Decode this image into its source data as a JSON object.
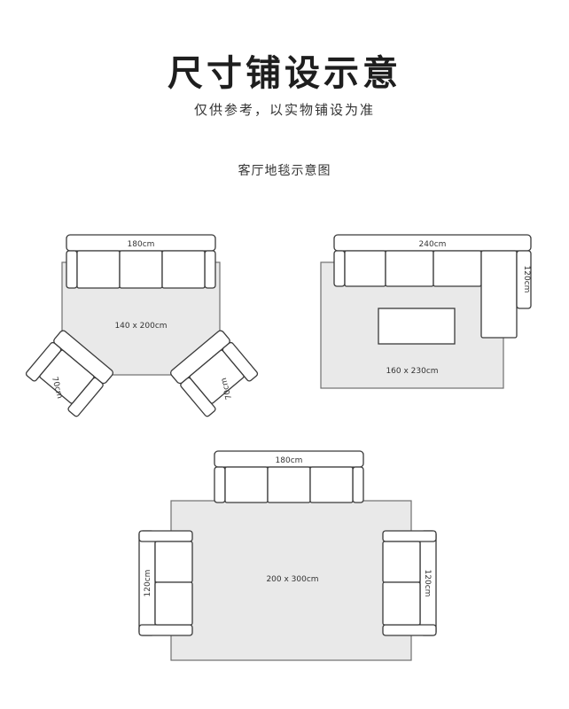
{
  "header": {
    "title": "尺寸铺设示意",
    "subtitle": "仅供参考，以实物铺设为准",
    "section": "客厅地毯示意图"
  },
  "layouts": [
    {
      "rug": "140 x 200cm",
      "sofa": "180cm",
      "chair": "70cm"
    },
    {
      "rug": "160 x 230cm",
      "sofa": "240cm",
      "chaise": "120cm"
    },
    {
      "rug": "200 x 300cm",
      "sofa": "180cm",
      "side_left": "120cm",
      "side_right": "120cm"
    }
  ]
}
